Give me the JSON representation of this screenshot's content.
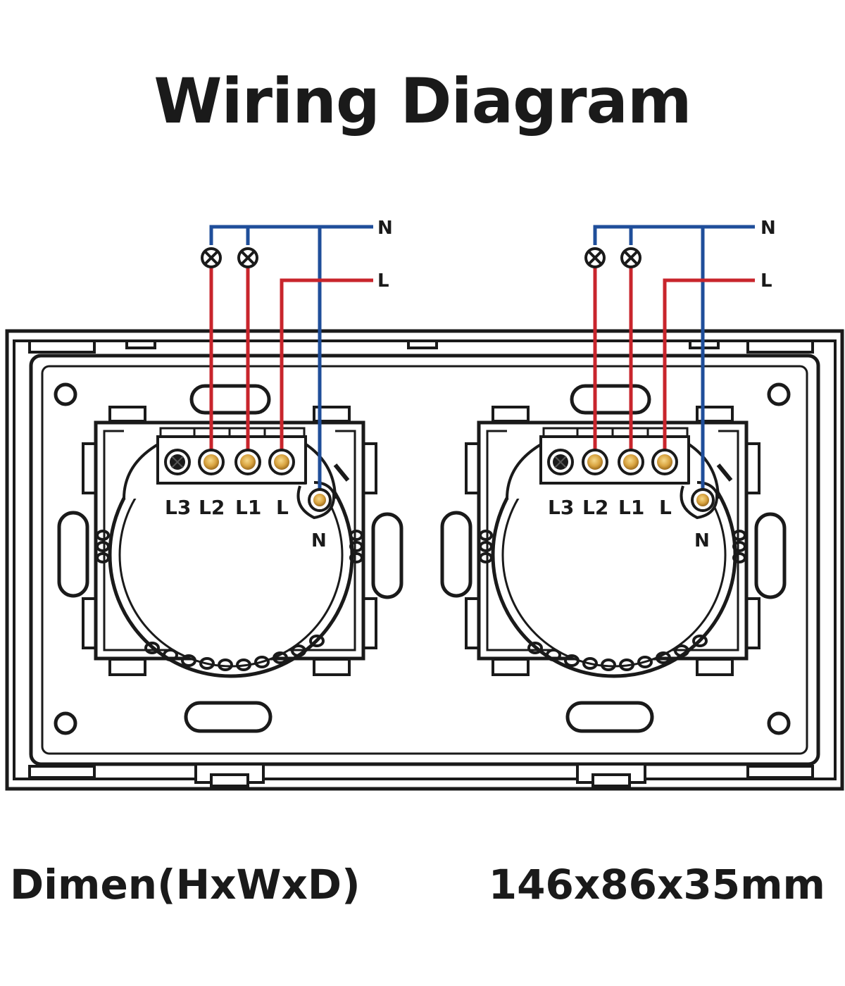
{
  "title": "Wiring Diagram",
  "colors": {
    "neutral_wire": "#1f4e9a",
    "live_wire": "#c8252c",
    "outline": "#1a1a1a",
    "terminal_screw": "#d9a441"
  },
  "modules": [
    {
      "wires": {
        "neutral_label": "N",
        "live_label": "L"
      },
      "terminals": {
        "l3": "L3",
        "l2": "L2",
        "l1": "L1",
        "l": "L",
        "n": "N"
      }
    },
    {
      "wires": {
        "neutral_label": "N",
        "live_label": "L"
      },
      "terminals": {
        "l3": "L3",
        "l2": "L2",
        "l1": "L1",
        "l": "L",
        "n": "N"
      }
    }
  ],
  "dimensions": {
    "label": "Dimen(HxWxD)",
    "value": "146x86x35mm"
  }
}
